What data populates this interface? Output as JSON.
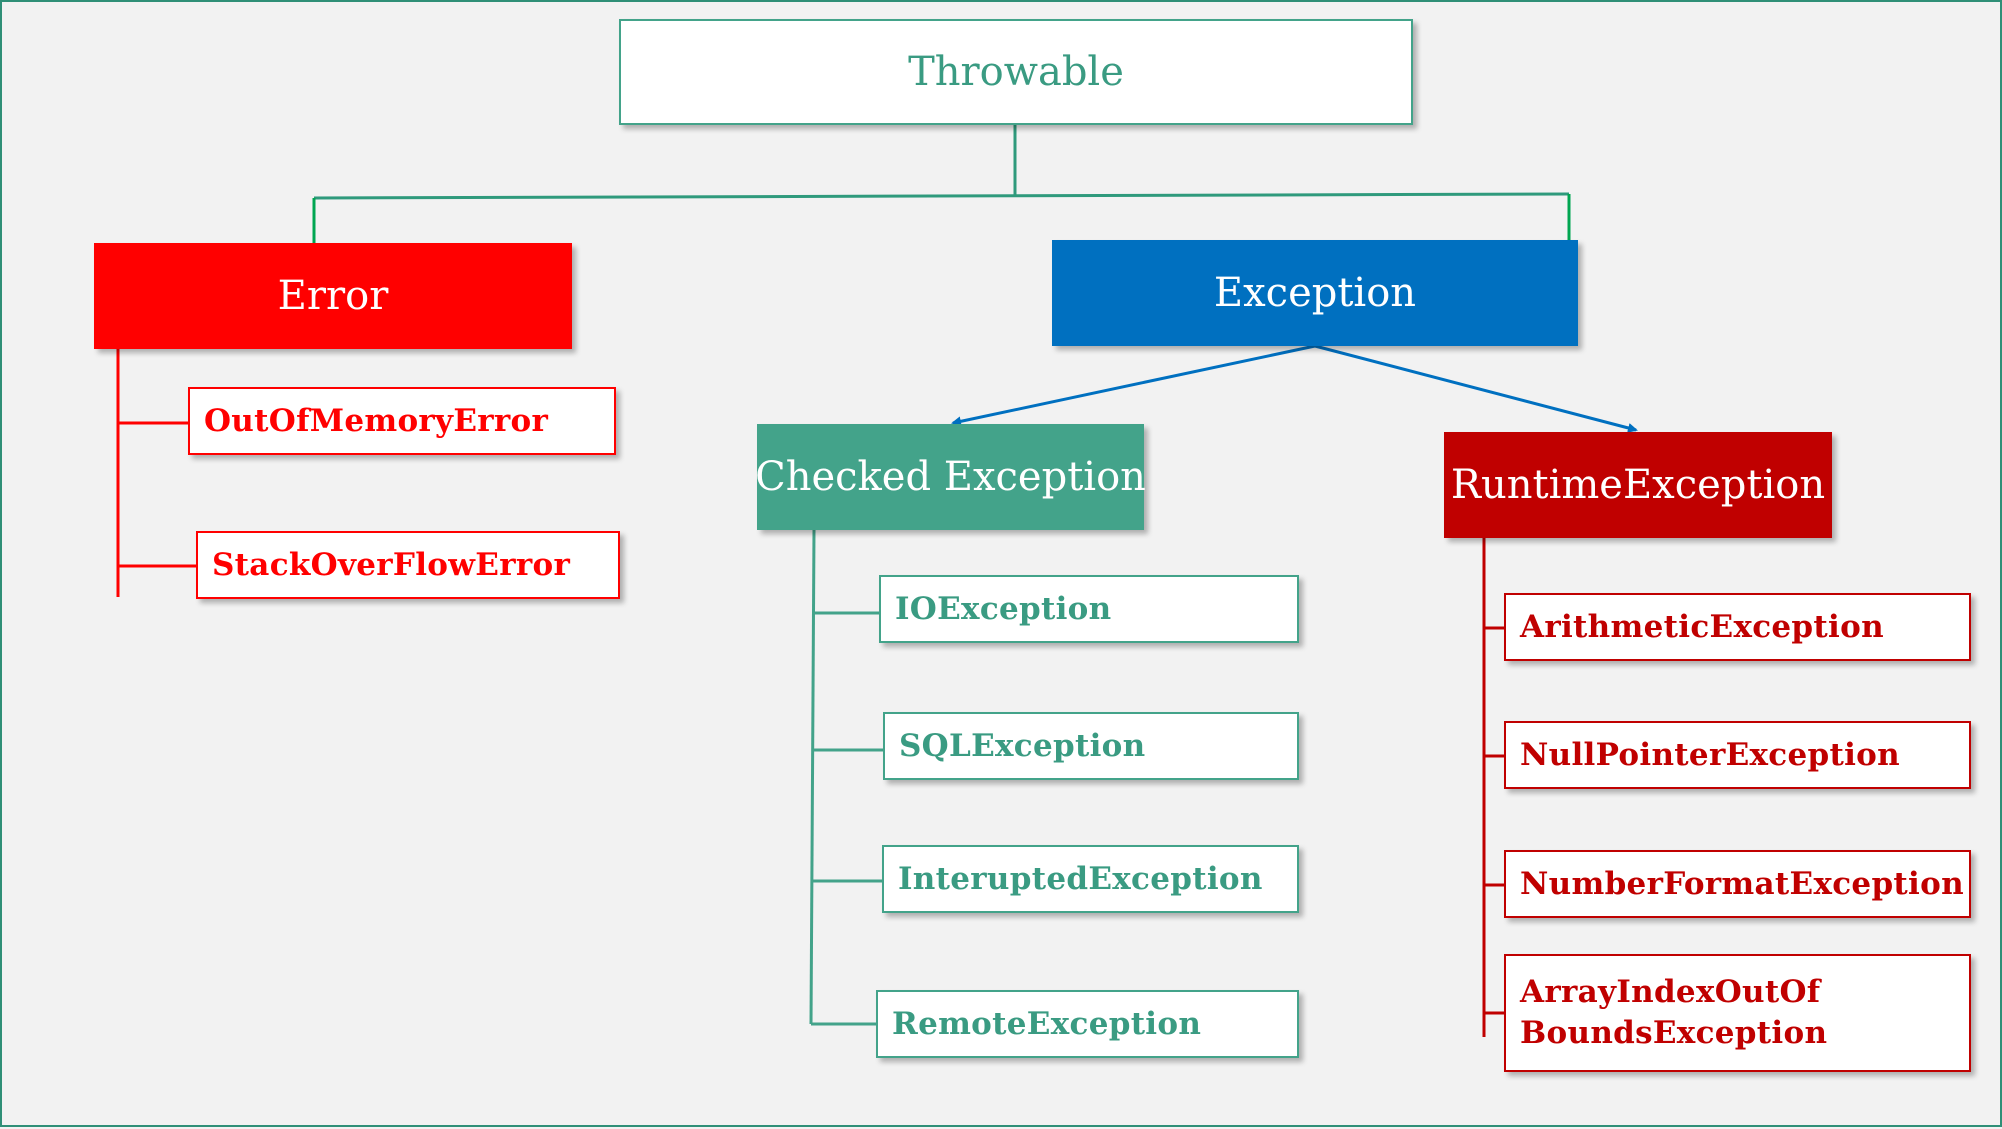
{
  "diagram": {
    "root": {
      "label": "Throwable"
    },
    "error": {
      "label": "Error",
      "children": [
        "OutOfMemoryError",
        "StackOverFlowError"
      ]
    },
    "exception": {
      "label": "Exception"
    },
    "checked": {
      "label": "Checked Exception",
      "children": [
        "IOException",
        "SQLException",
        "InteruptedException",
        "RemoteException"
      ]
    },
    "runtime": {
      "label": "RuntimeException",
      "children": [
        "ArithmeticException",
        "NullPointerException",
        "NumberFormatException",
        "ArrayIndexOutOf BoundsException"
      ]
    }
  },
  "colors": {
    "teal": "#43a38a",
    "red": "#ff0000",
    "dark_red": "#c00000",
    "blue": "#0070c0",
    "connector_green": "#00a651"
  }
}
